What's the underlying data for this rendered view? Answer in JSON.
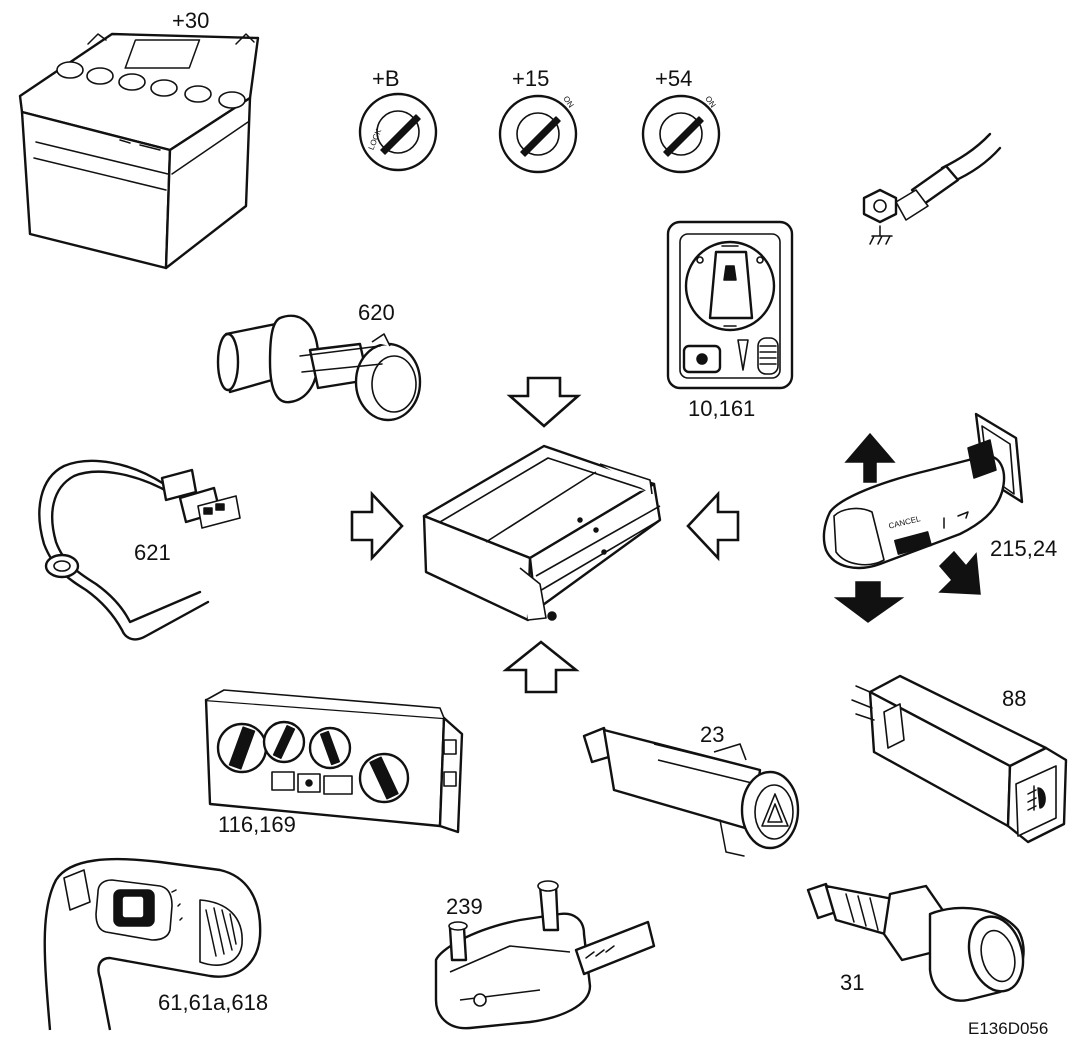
{
  "labels": {
    "battery": "+30",
    "key_b": "+B",
    "key_15": "+15",
    "key_54": "+54",
    "lock_text": "LOCK",
    "on_text": "ON",
    "on_text_2": "ON",
    "fuse_620": "620",
    "light_switch": "10,161",
    "harness_621": "621",
    "cruise_stalk": "215,24",
    "cancel_text": "CANCEL",
    "fog_switch": "88",
    "climate_panel": "116,169",
    "lighter": "23",
    "mirror_switch": "61,61a,618",
    "wiper_motor": "239",
    "temp_sender": "31",
    "reference": "E136D056"
  },
  "icons": {
    "ground": "ground-icon",
    "fog_lamp": "fog-lamp-icon",
    "hazard": "hazard-triangle-icon"
  },
  "colors": {
    "ink": "#111111",
    "paper": "#ffffff"
  }
}
